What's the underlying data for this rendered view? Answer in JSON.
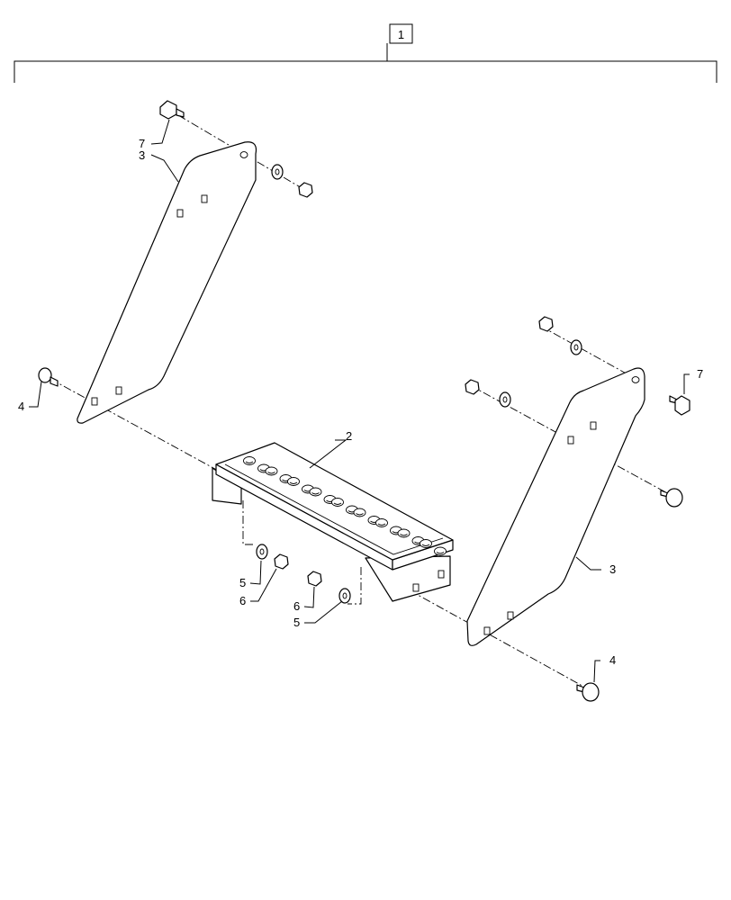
{
  "assembly_callout": "1",
  "callouts": {
    "top_left_bolt": "7",
    "left_bracket": "3",
    "left_carriage_bolt": "4",
    "step": "2",
    "left_washer": "5",
    "left_nut": "6",
    "center_nut": "6",
    "center_washer": "5",
    "right_bolt": "7",
    "right_bracket": "3",
    "right_carriage_bolt": "4"
  }
}
